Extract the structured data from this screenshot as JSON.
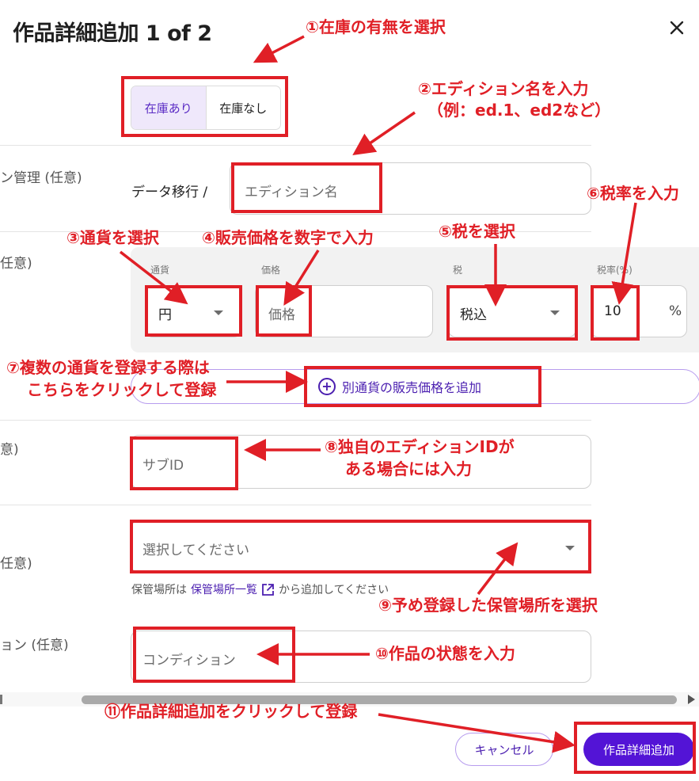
{
  "dialog": {
    "title": "作品詳細追加 1 of 2",
    "close_icon": "close-icon"
  },
  "stock": {
    "options": [
      "在庫あり",
      "在庫なし"
    ],
    "selected": "在庫あり"
  },
  "edition": {
    "side_label": "ン管理 (任意)",
    "prefix": "データ移行 /",
    "placeholder": "エディション名"
  },
  "price": {
    "side_label": "任意)",
    "currency_label": "通貨",
    "currency_value": "円",
    "price_label": "価格",
    "price_placeholder": "価格",
    "tax_label": "税",
    "tax_value": "税込",
    "tax_rate_label": "税率(%)",
    "tax_rate_value": "10",
    "percent": "%"
  },
  "add_currency": {
    "label": "別通貨の販売価格を追加"
  },
  "sub_id": {
    "side_label": "意)",
    "placeholder": "サブID"
  },
  "storage": {
    "side_label": "任意)",
    "placeholder": "選択してください",
    "helper_prefix": "保管場所は",
    "helper_link": "保管場所一覧",
    "helper_suffix": "から追加してください"
  },
  "condition": {
    "side_label": "ョン (任意)",
    "placeholder": "コンディション"
  },
  "footer": {
    "cancel": "キャンセル",
    "submit": "作品詳細追加"
  },
  "annotations": {
    "a1": "①在庫の有無を選択",
    "a2_line1": "②エディション名を入力",
    "a2_line2": "（例：ed.1、ed2など）",
    "a3": "③通貨を選択",
    "a4": "④販売価格を数字で入力",
    "a5": "⑤税を選択",
    "a6": "⑥税率を入力",
    "a7_line1": "⑦複数の通貨を登録する際は",
    "a7_line2": "こちらをクリックして登録",
    "a8_line1": "⑧独自のエディションIDが",
    "a8_line2": "ある場合には入力",
    "a9": "⑨予め登録した保管場所を選択",
    "a10": "⑩作品の状態を入力",
    "a11": "⑪作品詳細追加をクリックして登録",
    "color": "#e01f26"
  }
}
